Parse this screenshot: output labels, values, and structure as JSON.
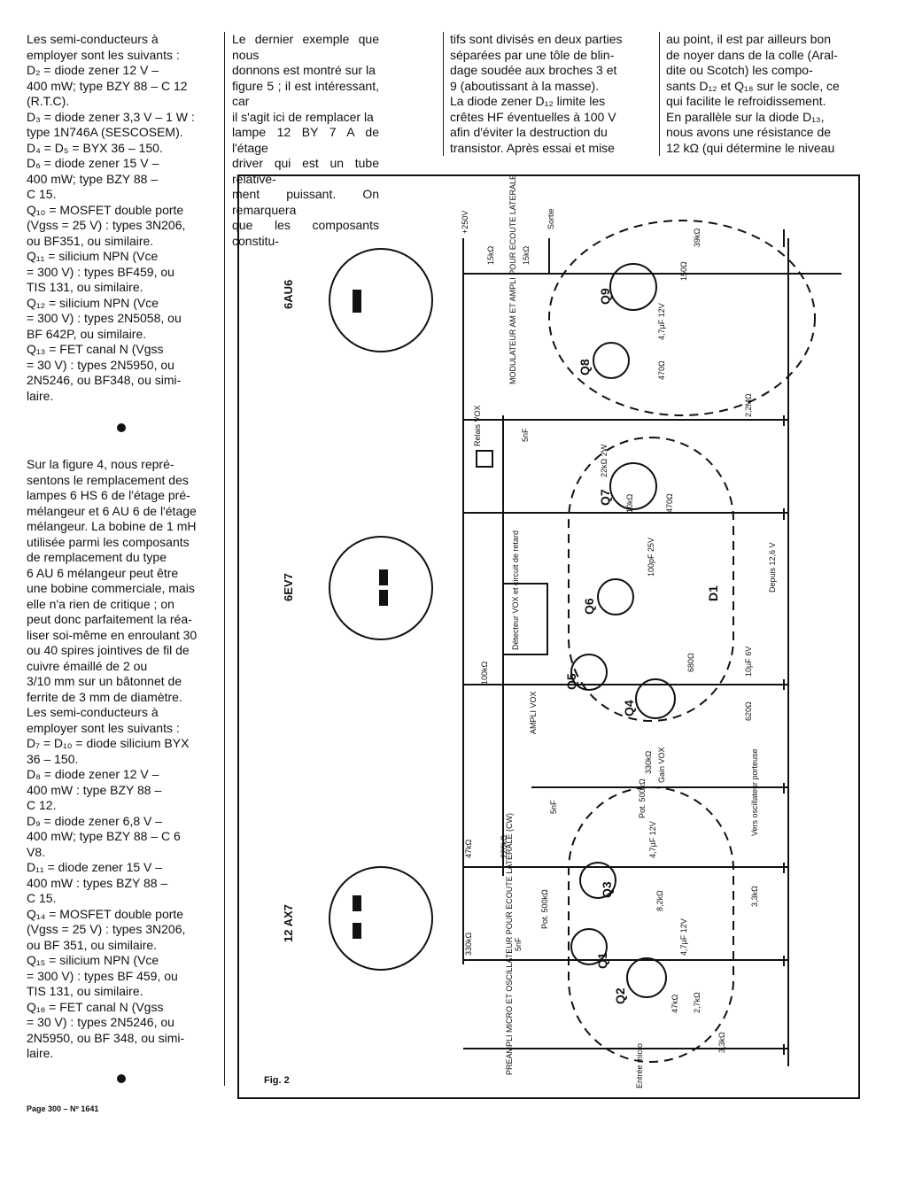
{
  "left_column": {
    "block1": [
      "Les semi-conducteurs à",
      "employer sont les suivants :",
      "D₂ = diode zener 12 V –",
      "400 mW; type BZY 88 – C 12",
      "(R.T.C).",
      "D₃ = diode zener 3,3 V – 1 W :",
      "type 1N746A (SESCOSEM).",
      "D₄ = D₅ = BYX 36 – 150.",
      "D₆ = diode zener 15 V –",
      "400 mW; type BZY 88 –",
      "C 15.",
      "Q₁₀ = MOSFET double porte",
      "(Vgss = 25 V) : types 3N206,",
      "ou BF351, ou similaire.",
      "Q₁₁ = silicium NPN (Vce",
      "= 300 V) : types BF459, ou",
      "TIS 131, ou similaire.",
      "Q₁₂ = silicium NPN (Vce",
      "= 300 V) : types 2N5058, ou",
      "BF 642P, ou similaire.",
      "Q₁₃ = FET canal N (Vgss",
      "= 30 V) : types 2N5950, ou",
      "2N5246, ou BF348, ou simi-",
      "laire."
    ],
    "block2": [
      "Sur la figure 4, nous repré-",
      "sentons le remplacement des",
      "lampes 6 HS 6 de l'étage pré-",
      "mélangeur et 6 AU 6 de l'étage",
      "mélangeur. La bobine de 1 mH",
      "utilisée parmi les composants",
      "de remplacement du type",
      "6 AU 6 mélangeur peut être",
      "une bobine commerciale, mais",
      "elle n'a rien de critique ; on",
      "peut donc parfaitement la réa-",
      "liser soi-même en enroulant 30",
      "ou 40 spires jointives de fil de",
      "cuivre émaillé de 2 ou",
      "3/10 mm sur un bâtonnet de",
      "ferrite de 3 mm de diamètre.",
      "Les semi-conducteurs à",
      "employer sont les suivants :",
      "D₇ = D₁₀ = diode silicium BYX",
      "36 – 150.",
      "D₈ = diode zener 12 V –",
      "400 mW : type BZY 88 –",
      "C 12.",
      "D₉ = diode zener 6,8 V –",
      "400 mW; type BZY 88 – C 6",
      "V8.",
      "D₁₁ = diode zener 15 V –",
      "400 mW : types BZY 88 –",
      "C 15.",
      "Q₁₄ = MOSFET double porte",
      "(Vgss = 25 V) : types 3N206,",
      "ou BF 351, ou similaire.",
      "Q₁₅ = silicium NPN (Vce",
      "= 300 V) : types BF 459, ou",
      "TIS 131, ou similaire.",
      "Q₁₆ = FET canal N (Vgss",
      "= 30 V) : types 2N5246, ou",
      "2N5950, ou BF 348, ou simi-",
      "laire."
    ]
  },
  "top_columns": [
    [
      "Le dernier exemple que nous",
      "donnons est montré sur la",
      "figure 5 ; il est intéressant, car",
      "il s'agit ici de remplacer la",
      "lampe 12 BY 7 A de l'étage",
      "driver qui est un tube relative-",
      "ment puissant. On remarquera",
      "que les composants constitu-"
    ],
    [
      "tifs sont divisés en deux parties",
      "séparées par une tôle de blin-",
      "dage soudée aux broches 3 et",
      "9 (aboutissant à la masse).",
      "La diode zener D₁₂ limite les",
      "crêtes HF éventuelles à 100 V",
      "afin d'éviter la destruction du",
      "transistor. Après essai et mise"
    ],
    [
      "au point, il est par ailleurs bon",
      "de noyer dans de la colle (Aral-",
      "dite ou Scotch) les compo-",
      "sants D₁₂ et Q₁₈ sur le socle, ce",
      "qui facilite le refroidissement.",
      "En parallèle sur la diode D₁₃,",
      "nous avons une résistance de",
      "12 kΩ (qui détermine le niveau"
    ]
  ],
  "figure": {
    "caption": "Fig. 2",
    "tubes": [
      "6AU6",
      "6EV7",
      "12 AX7"
    ],
    "supply": "+250V",
    "output": "Sortie",
    "block_top": "MODULATEUR AM ET AMPLI POUR ECOUTE LATERALE (CW)",
    "block_bottom": "PREAMPLI MICRO ET OSCILLATEUR POUR ECOUTE LATERALE (CW)",
    "vox_detector": "Détecteur VOX et circuit de retard",
    "relay": "Relais VOX",
    "ampli_vox": "AMPLI VOX",
    "gain_vox": "Gain VOX",
    "relay_supply": "Depuis 12,6 V",
    "mic_input": "Entrée micro",
    "transistors": [
      "Q1",
      "Q2",
      "Q3",
      "Q4",
      "Q5",
      "Q6",
      "Q7",
      "Q8",
      "Q9"
    ],
    "diode": "D1",
    "components": {
      "r15k_a": "15kΩ",
      "r15k_b": "15kΩ",
      "r39k": "39kΩ",
      "r150": "150Ω",
      "c47_a": "4,7µF 12V",
      "r470_a": "470Ω",
      "r22m": "2,2MΩ",
      "c5nf_a": "5nF",
      "r22k": "22kΩ 2W",
      "r10k": "10kΩ",
      "r470_b": "470Ω",
      "c100": "100pF 25V",
      "r100k": "100kΩ",
      "r680": "680Ω",
      "c10": "10µF 6V",
      "r620": "620Ω",
      "r330k_a": "330kΩ",
      "c5nf_b": "5nF",
      "pot500": "Pot. 500kΩ",
      "r47k": "47kΩ",
      "r220k": "220kΩ",
      "c47_b": "4,7µF 12V",
      "r821": "8,2kΩ",
      "r31k": "3,3kΩ",
      "r330k_b": "330kΩ",
      "c5nf_c": "5nF",
      "pot500b": "Pot. 500kΩ",
      "c47_c": "4,7µF 12V",
      "r47k_b": "47kΩ",
      "r27k": "2,7kΩ",
      "r33k": "3,3kΩ",
      "carrier": "Vers oscillateur porteuse"
    }
  },
  "footer": "Page 300 – Nº 1641"
}
